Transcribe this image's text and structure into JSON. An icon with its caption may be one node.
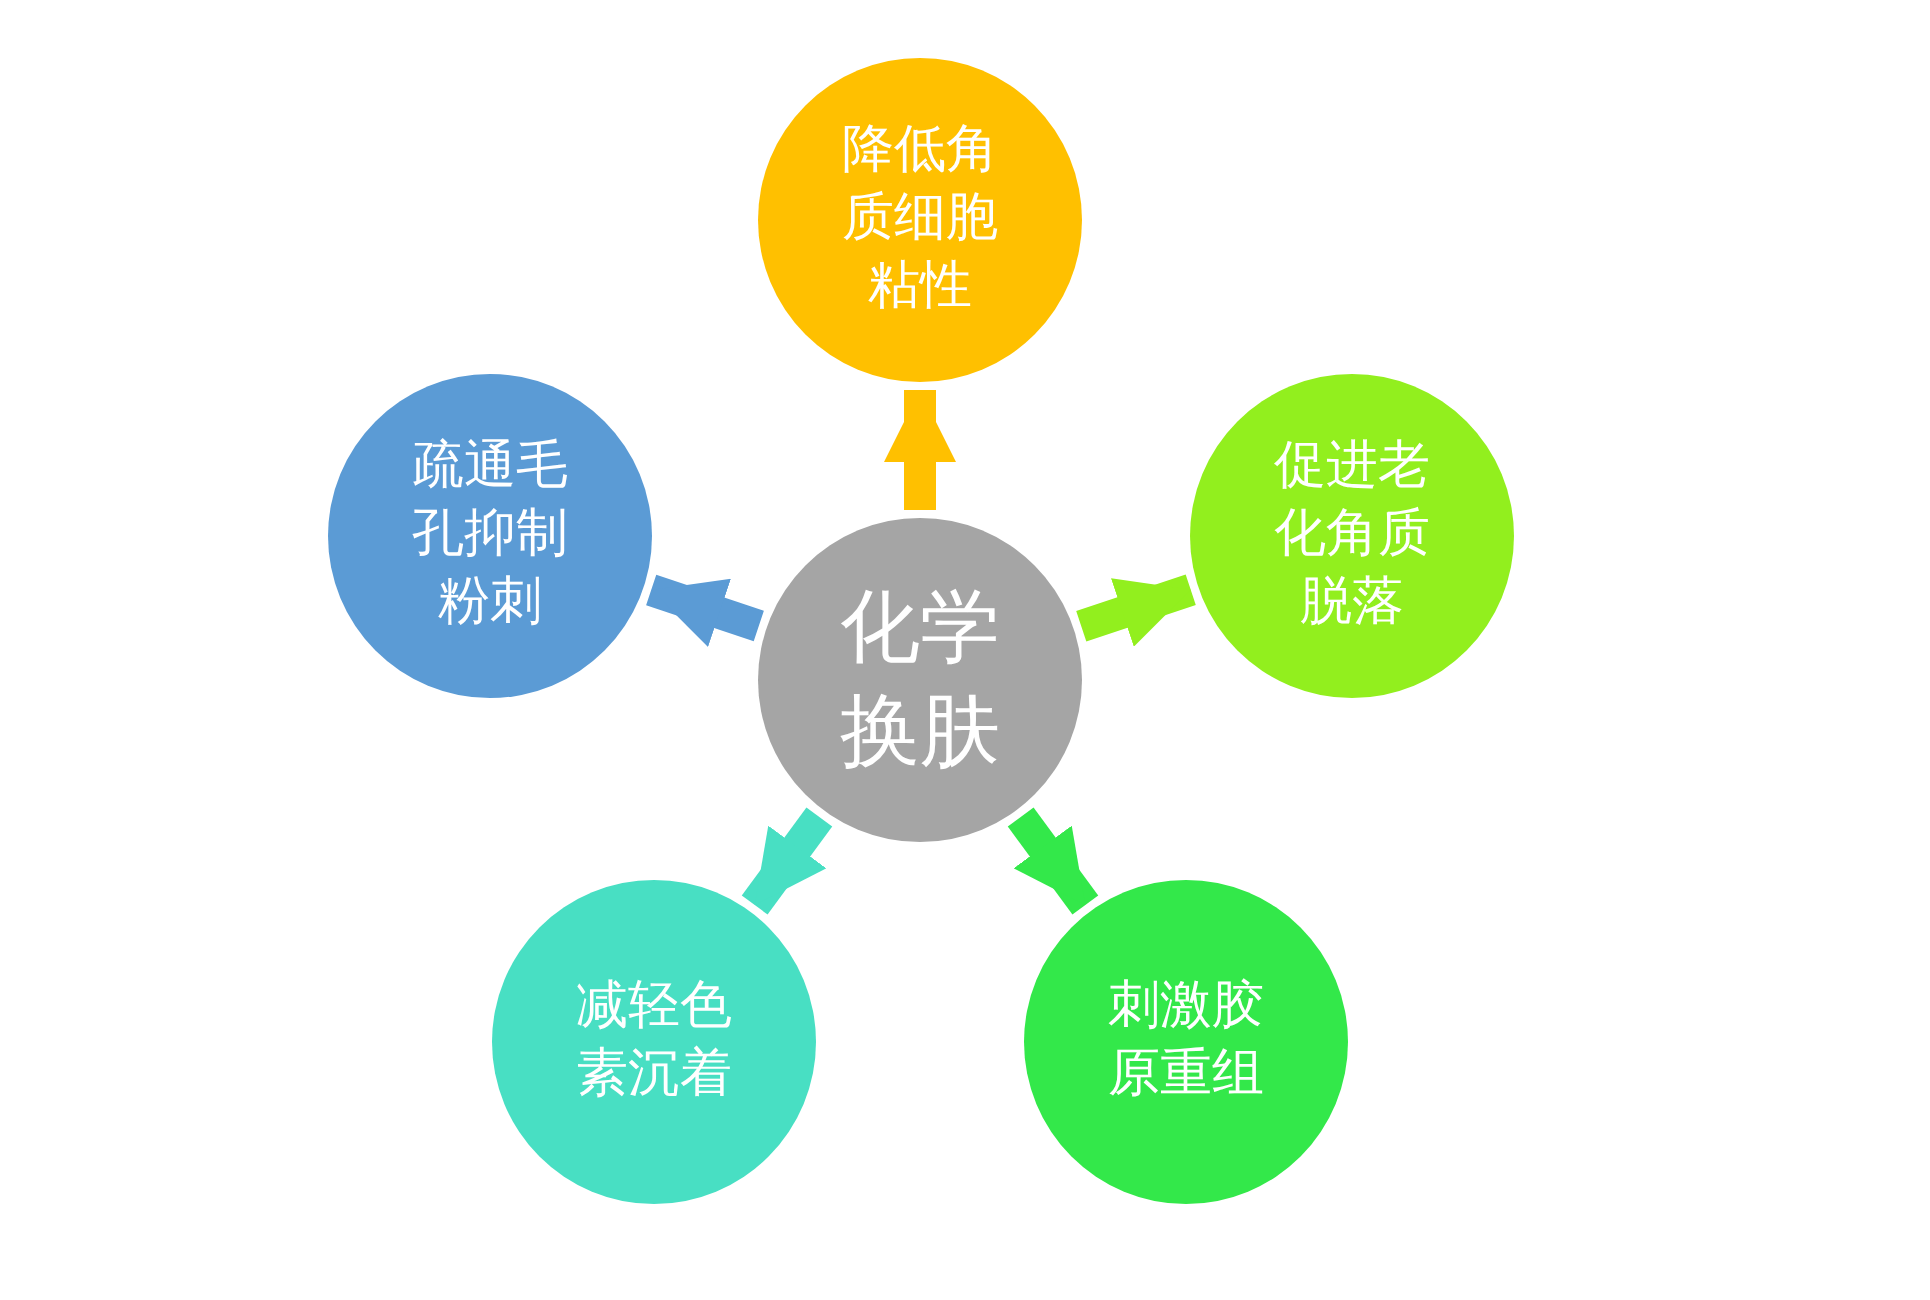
{
  "diagram": {
    "nodes": [
      {
        "text": [
          "化学换肤"
        ]
      },
      {
        "text": [
          "降低角质细胞粘性"
        ]
      },
      {
        "text": [
          "促进老化角质脱落"
        ]
      },
      {
        "text": [
          "刺激胶原重组"
        ]
      },
      {
        "text": [
          "减轻色素沉着"
        ]
      },
      {
        "text": [
          "疏通毛孔抑制粉刺"
        ]
      }
    ],
    "edges": [
      {
        "from": 0,
        "to": 1,
        "arrow": "to",
        "color": "#ffc000"
      },
      {
        "from": 0,
        "to": 2,
        "arrow": "to",
        "color": "#92ef1e"
      },
      {
        "from": 0,
        "to": 3,
        "arrow": "to",
        "color": "#33e84a"
      },
      {
        "from": 0,
        "to": 4,
        "arrow": "to",
        "color": "#48dfc3"
      },
      {
        "from": 0,
        "to": 5,
        "arrow": "to",
        "color": "#5b9bd5"
      }
    ]
  }
}
